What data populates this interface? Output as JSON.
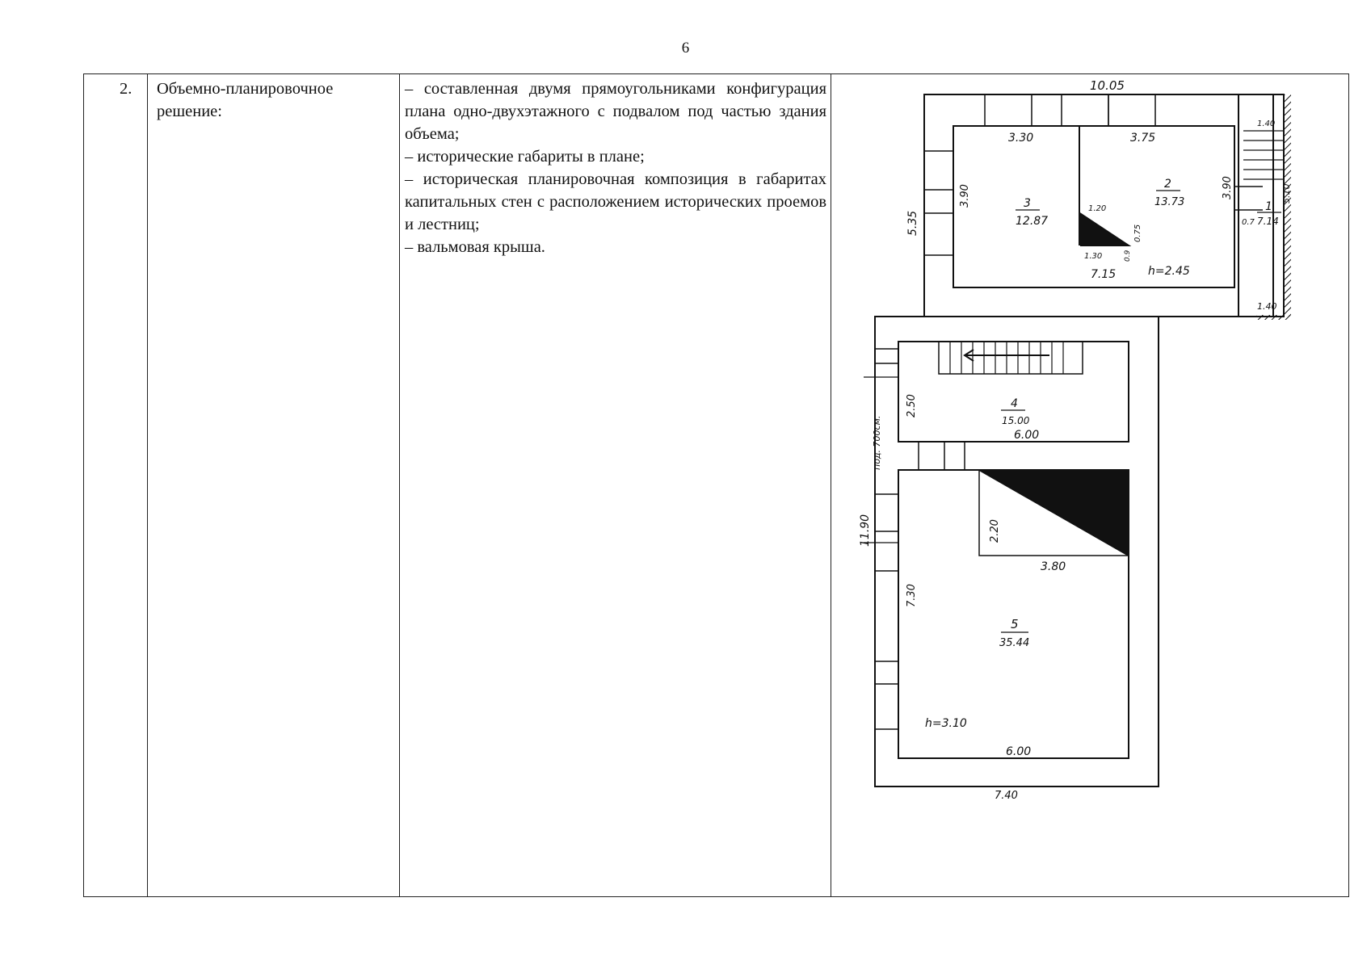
{
  "page": {
    "number": "6"
  },
  "table": {
    "row_number": "2.",
    "section_title": "Объемно-планировочное решение:",
    "items": [
      "– составленная двумя прямоугольниками конфигурация плана одно-двухэтажного с подвалом под частью здания объема;",
      "– исторические габариты в плане;",
      "– историческая планировочная композиция в габаритах капитальных стен с расположением исторических проемов и лестниц;",
      "– вальмовая крыша."
    ]
  },
  "floor_plan": {
    "upper_block": {
      "overall_width": "10.05",
      "left_height": "5.35",
      "right_height": "5.10",
      "room_3_width": "3.30",
      "room_2_width": "3.75",
      "inner_height_left": "3.90",
      "inner_height_right": "3.90",
      "inner_bottom": "7.15",
      "ceiling_height": "h=2.45",
      "room_3": {
        "number": "3",
        "area": "12.87"
      },
      "room_2": {
        "number": "2",
        "area": "13.73"
      },
      "room_1": {
        "number": "1",
        "area": "7.14"
      },
      "stair_top": "1.40",
      "stair_bottom": "1.40",
      "niche_w": "1.20",
      "niche_h": "0.75",
      "niche_bottom": "1.30",
      "niche_small": "0.9",
      "door_gap": "0.7"
    },
    "lower_block": {
      "room_4": {
        "number": "4",
        "area": "15.00"
      },
      "room_4_width": "6.00",
      "room_4_height": "2.50",
      "room_5": {
        "number": "5",
        "area": "35.44"
      },
      "room_5_width": "6.00",
      "room_5_height": "7.30",
      "niche_h": "2.20",
      "niche_w": "3.80",
      "overall_height": "11.90",
      "overall_width": "7.40",
      "ceiling_height": "h=3.10",
      "side_note": "под. 700см."
    }
  }
}
